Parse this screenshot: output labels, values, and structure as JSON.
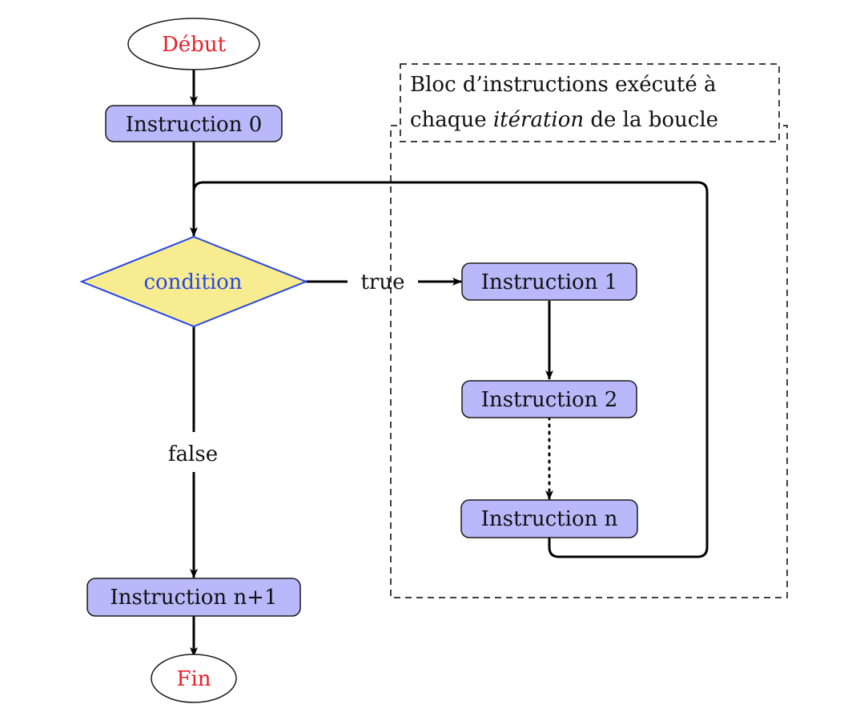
{
  "colors": {
    "instruction_fill": "#b8b8fb",
    "instruction_stroke": "#1a1a1a",
    "terminal_text": "#e8202a",
    "condition_fill": "#f7ec90",
    "condition_stroke": "#2846e8",
    "condition_text": "#2846e8",
    "edge": "#000000"
  },
  "nodes": {
    "start": "Début",
    "instruction_0": "Instruction 0",
    "condition": "condition",
    "instruction_1": "Instruction 1",
    "instruction_2": "Instruction 2",
    "instruction_n": "Instruction n",
    "instruction_n_plus_1": "Instruction n+1",
    "end": "Fin"
  },
  "edge_labels": {
    "true": "true",
    "false": "false"
  },
  "loop_body_note": {
    "line1": "Bloc d’instructions exécuté à",
    "line2_before": "chaque ",
    "line2_emph": "itération",
    "line2_after": " de la boucle"
  }
}
